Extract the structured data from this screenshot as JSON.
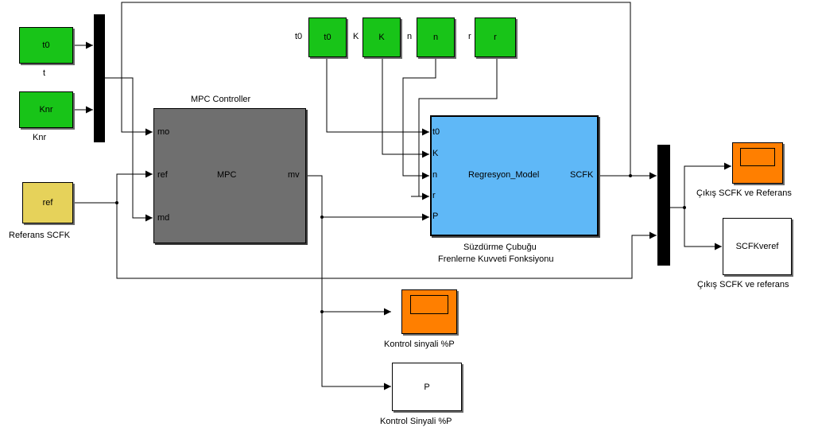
{
  "blocks": {
    "t0_const": {
      "text": "t0",
      "label": "t"
    },
    "knr_const": {
      "text": "Knr",
      "label": "Knr"
    },
    "ref_const": {
      "text": "ref",
      "label": "Referans SCFK"
    },
    "mpc": {
      "title": "MPC Controller",
      "center": "MPC",
      "port_mo": "mo",
      "port_ref": "ref",
      "port_md": "md",
      "port_mv": "mv"
    },
    "top_t0": {
      "text": "t0",
      "side_label": "t0"
    },
    "top_k": {
      "text": "K",
      "side_label": "K"
    },
    "top_n": {
      "text": "n",
      "side_label": "n"
    },
    "top_r": {
      "text": "r",
      "side_label": "r"
    },
    "regression": {
      "center": "Regresyon_Model",
      "port_t0": "t0",
      "port_k": "K",
      "port_n": "n",
      "port_r": "r",
      "port_p": "P",
      "port_scfk": "SCFK",
      "label_line1": "Süzdürme Çubuğu",
      "label_line2": "Frenlerne Kuvveti Fonksiyonu"
    },
    "scope_out": {
      "label": "Çıkış SCFK ve Referans"
    },
    "display_out": {
      "text": "SCFKveref",
      "label": "Çıkış SCFK ve referans"
    },
    "scope_ctrl": {
      "label": "Kontrol sinyali %P"
    },
    "display_ctrl": {
      "text": "P",
      "label": "Kontrol Sinyali %P"
    }
  },
  "colors": {
    "constant": "#18c418",
    "ref": "#e6d25a",
    "scope": "#ff7f00",
    "mpc": "#6f6f6f",
    "model": "#5fb8f7"
  }
}
